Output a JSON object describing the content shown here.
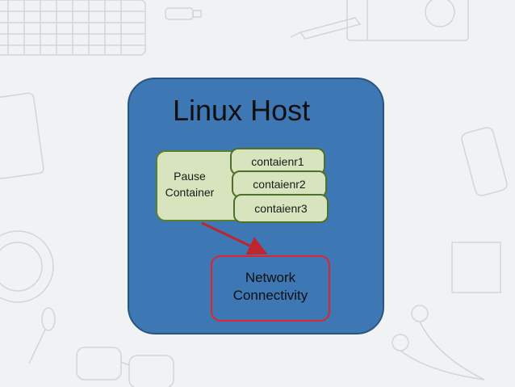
{
  "host": {
    "title": "Linux Host"
  },
  "pause": {
    "line1": "Pause",
    "line2": "Container"
  },
  "containers": [
    "contaienr1",
    "contaienr2",
    "contaienr3"
  ],
  "network": {
    "line1": "Network",
    "line2": "Connectivity"
  },
  "colors": {
    "host_fill": "#3d78b4",
    "container_fill": "#d7e4bd",
    "network_border": "#e0232e",
    "arrow": "#c0242c"
  }
}
